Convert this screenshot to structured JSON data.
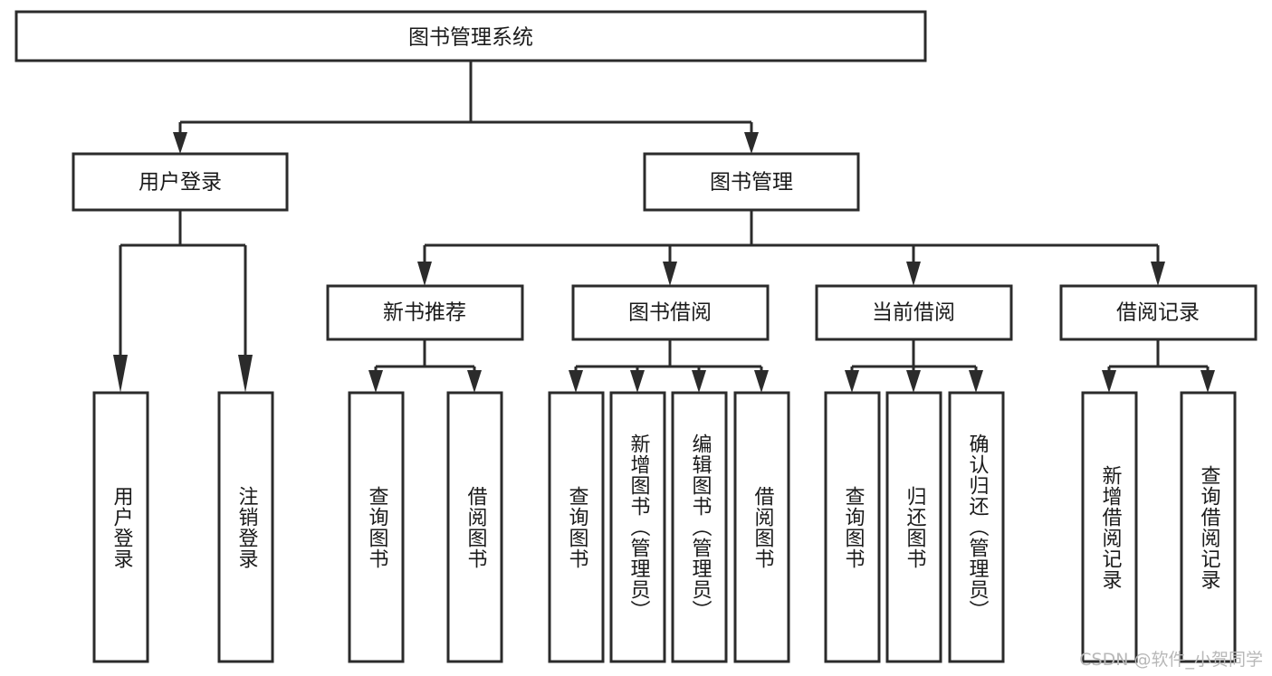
{
  "diagram": {
    "title": "图书管理系统",
    "type": "tree",
    "background_color": "#ffffff",
    "box_fill": "#ffffff",
    "box_stroke": "#2b2b2b",
    "text_color": "#1a1a1a",
    "root": {
      "id": "root",
      "label": "图书管理系统"
    },
    "level2": [
      {
        "id": "user-login",
        "label": "用户登录"
      },
      {
        "id": "book-manage",
        "label": "图书管理"
      }
    ],
    "level3": [
      {
        "id": "new-book-rec",
        "label": "新书推荐"
      },
      {
        "id": "book-borrow",
        "label": "图书借阅"
      },
      {
        "id": "current-borrow",
        "label": "当前借阅"
      },
      {
        "id": "borrow-record",
        "label": "借阅记录"
      }
    ],
    "leaves": {
      "user_login": [
        {
          "id": "leaf-user-login",
          "label": "用户登录"
        },
        {
          "id": "leaf-logout-login",
          "label": "注销登录"
        }
      ],
      "new_book_rec": [
        {
          "id": "leaf-query-book-1",
          "label": "查询图书"
        },
        {
          "id": "leaf-borrow-book-1",
          "label": "借阅图书"
        }
      ],
      "book_borrow": [
        {
          "id": "leaf-query-book-2",
          "label": "查询图书"
        },
        {
          "id": "leaf-add-book",
          "label": "新增图书（管理员）"
        },
        {
          "id": "leaf-edit-book",
          "label": "编辑图书（管理员）"
        },
        {
          "id": "leaf-borrow-book-2",
          "label": "借阅图书"
        }
      ],
      "current_borrow": [
        {
          "id": "leaf-query-book-3",
          "label": "查询图书"
        },
        {
          "id": "leaf-return-book",
          "label": "归还图书"
        },
        {
          "id": "leaf-confirm-return",
          "label": "确认归还（管理员）"
        }
      ],
      "borrow_record": [
        {
          "id": "leaf-add-record",
          "label": "新增借阅记录"
        },
        {
          "id": "leaf-query-record",
          "label": "查询借阅记录"
        }
      ]
    }
  },
  "watermark": {
    "text": "CSDN @软件_小贺同学"
  }
}
